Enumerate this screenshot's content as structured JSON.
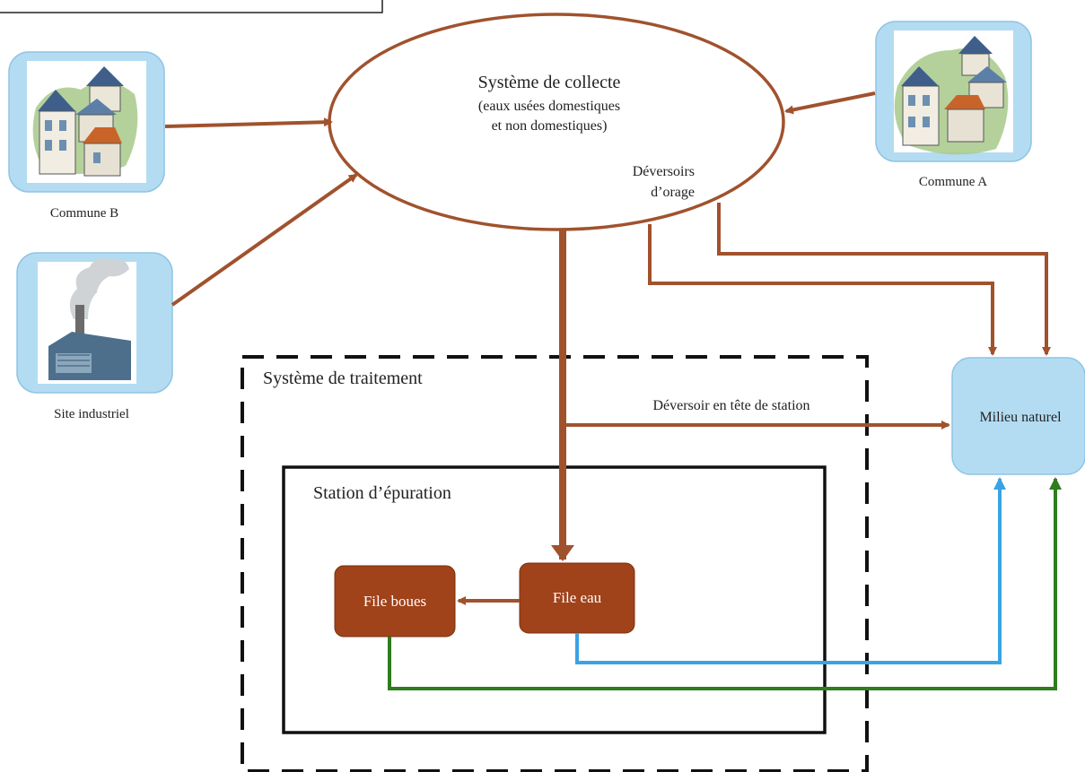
{
  "collection": {
    "title": "Système de collecte",
    "subtitle_line1": "(eaux usées domestiques",
    "subtitle_line2": "et non domestiques)",
    "overflow_line1": "Déversoirs",
    "overflow_line2": "d’orage"
  },
  "sources": {
    "commune_b": "Commune B",
    "commune_a": "Commune A",
    "industrial": "Site industriel"
  },
  "treatment": {
    "system_label": "Système de traitement",
    "headworks_overflow": "Déversoir en tête de station",
    "plant_label": "Station d’épuration",
    "water_line": "File eau",
    "sludge_line": "File boues"
  },
  "environment": {
    "label": "Milieu naturel"
  },
  "colors": {
    "arrow_brown": "#a0522d",
    "box_brown": "#a0421a",
    "water_blue": "#3aa3e3",
    "sludge_green": "#2e7d1f",
    "icon_blue": "#b3dcf2"
  }
}
